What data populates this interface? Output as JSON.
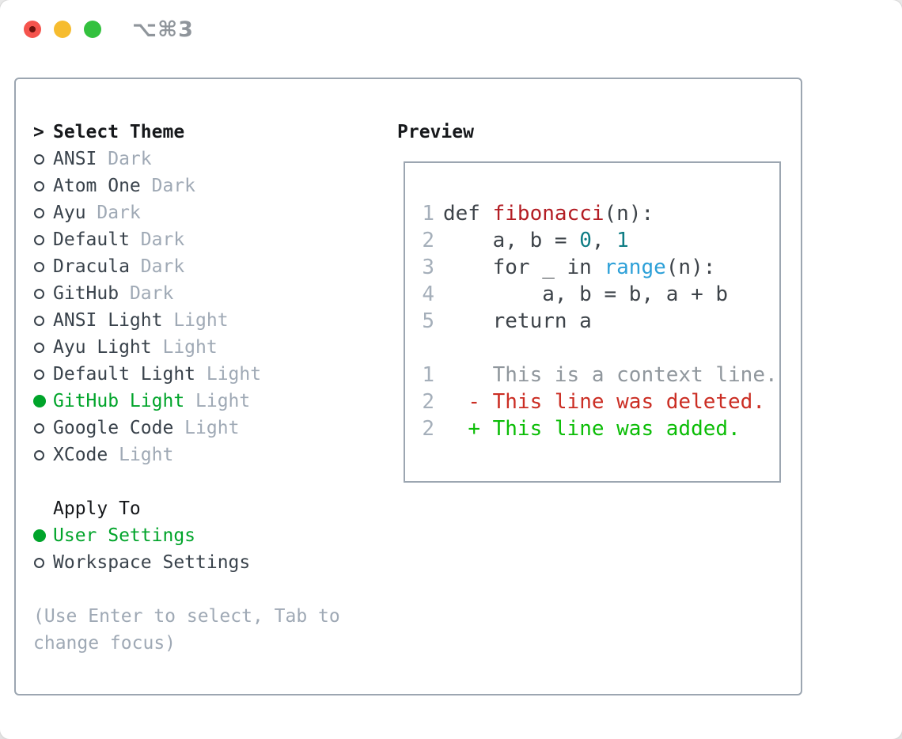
{
  "titlebar": {
    "title": "⌥⌘3",
    "traffic_lights": [
      {
        "name": "close",
        "color": "#f5544d",
        "dot_color": "#6d120c"
      },
      {
        "name": "minimize",
        "color": "#f6bc2f"
      },
      {
        "name": "zoom",
        "color": "#33c13e"
      }
    ]
  },
  "theme_panel": {
    "header_prefix": ">",
    "header_label": "Select Theme",
    "themes": [
      {
        "name": "ANSI",
        "variant": "Dark",
        "selected": false
      },
      {
        "name": "Atom One",
        "variant": "Dark",
        "selected": false
      },
      {
        "name": "Ayu",
        "variant": "Dark",
        "selected": false
      },
      {
        "name": "Default",
        "variant": "Dark",
        "selected": false
      },
      {
        "name": "Dracula",
        "variant": "Dark",
        "selected": false
      },
      {
        "name": "GitHub",
        "variant": "Dark",
        "selected": false
      },
      {
        "name": "ANSI Light",
        "variant": "Light",
        "selected": false
      },
      {
        "name": "Ayu Light",
        "variant": "Light",
        "selected": false
      },
      {
        "name": "Default Light",
        "variant": "Light",
        "selected": false
      },
      {
        "name": "GitHub Light",
        "variant": "Light",
        "selected": true
      },
      {
        "name": "Google Code",
        "variant": "Light",
        "selected": false
      },
      {
        "name": "XCode",
        "variant": "Light",
        "selected": false
      }
    ],
    "apply_to_label": "Apply To",
    "apply_options": [
      {
        "name": "User Settings",
        "selected": true
      },
      {
        "name": "Workspace Settings",
        "selected": false
      }
    ],
    "hint_lines": [
      "(Use Enter to select, Tab to",
      "change focus)"
    ]
  },
  "preview": {
    "header": "Preview",
    "code_lines": [
      {
        "num": "1",
        "segments": [
          {
            "text": "def ",
            "cls": "t"
          },
          {
            "text": "fibonacci",
            "cls": "fn"
          },
          {
            "text": "(n):",
            "cls": "t"
          }
        ]
      },
      {
        "num": "2",
        "segments": [
          {
            "text": "    a, b = ",
            "cls": "t"
          },
          {
            "text": "0",
            "cls": "lit"
          },
          {
            "text": ", ",
            "cls": "t"
          },
          {
            "text": "1",
            "cls": "lit"
          }
        ]
      },
      {
        "num": "3",
        "segments": [
          {
            "text": "    for _ in ",
            "cls": "t"
          },
          {
            "text": "range",
            "cls": "bi"
          },
          {
            "text": "(n):",
            "cls": "t"
          }
        ]
      },
      {
        "num": "4",
        "segments": [
          {
            "text": "        a, b = b, a + b",
            "cls": "t"
          }
        ]
      },
      {
        "num": "5",
        "segments": [
          {
            "text": "    return a",
            "cls": "t"
          }
        ]
      },
      {
        "num": "",
        "segments": []
      },
      {
        "num": "1",
        "segments": [
          {
            "text": "    This is a context line.",
            "cls": "ctx"
          }
        ]
      },
      {
        "num": "2",
        "segments": [
          {
            "text": "  ",
            "cls": "t"
          },
          {
            "text": "- This line was deleted.",
            "cls": "del"
          }
        ]
      },
      {
        "num": "2",
        "segments": [
          {
            "text": "  ",
            "cls": "t"
          },
          {
            "text": "+ This line was added.",
            "cls": "add"
          }
        ]
      }
    ]
  },
  "colors": {
    "page_bg": "#ededed",
    "window_bg": "#ffffff",
    "panel_border": "#9ca6b1",
    "header_text": "#16181b",
    "item_text": "#39424b",
    "muted_text": "#9fa9b5",
    "selection_green": "#00a42a",
    "title_gray": "#8f959b",
    "line_number": "#a5afba",
    "code_default": "#3d4349",
    "function_red": "#b31d24",
    "literal_teal": "#0f7d85",
    "builtin_blue": "#2da0d8",
    "context_gray": "#90979d",
    "diff_deleted_red": "#cb2e24",
    "diff_added_green": "#0bbd06"
  }
}
